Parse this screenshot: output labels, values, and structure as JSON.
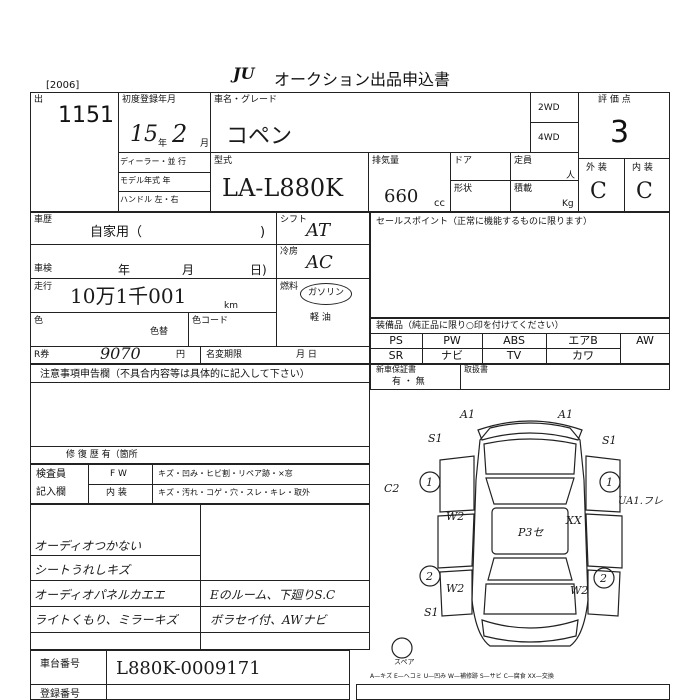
{
  "header": {
    "year_tag": "[2006]",
    "logo": "JU",
    "title": "オークション出品申込書"
  },
  "labels": {
    "lot_prefix": "出",
    "first_reg": "初度登録年月",
    "car_name": "車名・グレード",
    "wd2": "2WD",
    "wd4": "4WD",
    "rating": "評 価 点",
    "dealer": "ディーラー・並 行",
    "model_year": "モデル年式  年",
    "handle": "ハンドル 左・右",
    "model_type": "型式",
    "displacement": "排気量",
    "doors": "ドア",
    "capacity": "定員",
    "capacity_unit": "人",
    "shape": "形状",
    "load": "積載",
    "load_unit": "Kg",
    "exterior": "外 装",
    "interior": "内 装",
    "history": "車歴",
    "history_paren": ")",
    "shift": "シフト",
    "sales_point": "セールスポイント（正常に機能するものに限ります）",
    "inspection": "車検",
    "year": "年",
    "month": "月",
    "day": "日)",
    "cooler": "冷房",
    "mileage": "走行",
    "km": "km",
    "fuel": "燃料",
    "diesel": "軽 油",
    "color": "色",
    "color_change": "色替",
    "color_code": "色コード",
    "equipment": "装備品（純正品に限り○印を付けてください）",
    "recycle": "R券",
    "yen": "円",
    "name_change": "名変期限",
    "name_change_ym": "月     日",
    "new_warranty": "新車保証書",
    "warranty_yn": "有 ・ 無",
    "manual": "取扱書",
    "notes": "注意事項申告欄（不具合内容等は具体的に記入して下さい）",
    "repair_history": "修 復 歴    有（箇所",
    "inspector": "検査員",
    "fw": "F W",
    "fw_items": "キズ・凹み・ヒビ割・リペア跡・×窓",
    "entry": "記入欄",
    "interior_row": "内 装",
    "interior_items": "キズ・汚れ・コゲ・穴・スレ・キレ・取外",
    "chassis_no": "車台番号",
    "reg_no": "登録番号",
    "spare": "スペア",
    "legend": "A—キズ  E—ヘコミ  U—凹み  W—補修跡  S—サビ  C—腐食  XX—交換"
  },
  "values": {
    "lot_number": "1151",
    "reg_year": "15",
    "reg_month": "2",
    "car_name": "コペン",
    "model_code": "LA-L880K",
    "displacement": "660",
    "cc": "cc",
    "rating": "3",
    "exterior_grade": "C",
    "interior_grade": "C",
    "history_value": "自家用（",
    "shift": "AT",
    "cooler": "AC",
    "fuel": "ガソリン",
    "mileage": "10万1千001",
    "recycle_amount": "9070",
    "chassis_number": "L880K-0009171"
  },
  "equipment": [
    [
      "PS",
      "PW",
      "ABS",
      "エアB",
      "AW"
    ],
    [
      "SR",
      "ナビ",
      "TV",
      "カワ",
      ""
    ]
  ],
  "handwritten_notes": {
    "left": [
      "オーディオつかない",
      "シートうれしキズ",
      "オーディオパネルカエエ",
      "ライトくもり、ミラーキズ"
    ],
    "right": [
      "Eのルーム、下廻りS.C",
      "ボラセイ付、AWナビ"
    ]
  },
  "diagram": {
    "marks": [
      "A1",
      "A1",
      "S1",
      "S1",
      "C2",
      "1",
      "1",
      "W2",
      "P3セ",
      "XX",
      "UA1.フレ",
      "2",
      "2",
      "W2",
      "S1",
      "W2"
    ]
  }
}
